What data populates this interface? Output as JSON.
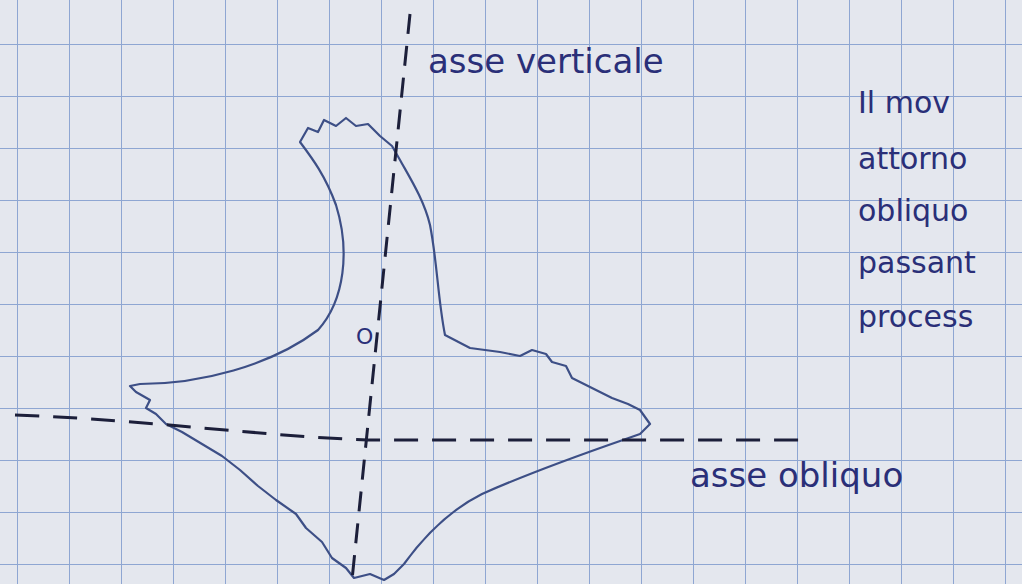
{
  "diagram": {
    "labels": [
      "asse verticale",
      "asse obliquo",
      "O",
      "Il mov",
      "attorno",
      "obliquo",
      "passant",
      "process"
    ]
  }
}
